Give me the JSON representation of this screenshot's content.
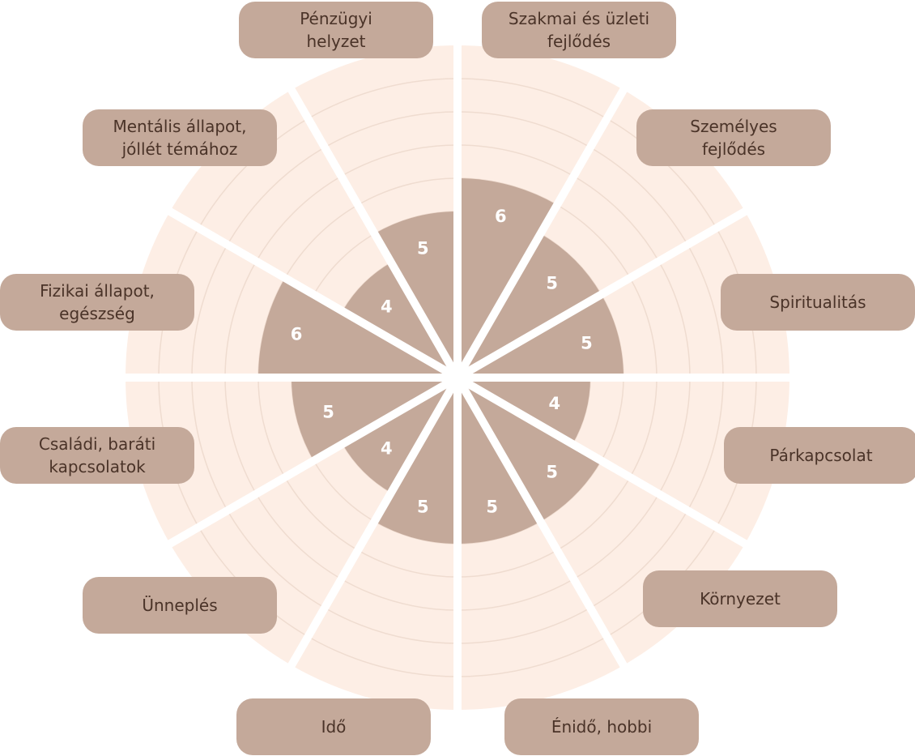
{
  "chart_data": {
    "type": "radial-bar",
    "max_value": 10,
    "grid": true,
    "colors": {
      "background": "#fdeee5",
      "fill": "#c4a99a",
      "gridline": "#efdcd0",
      "separator": "#ffffff",
      "label_bg": "#c4a99a",
      "label_text": "#4a3328",
      "value_text": "#ffffff"
    },
    "categories": [
      "Szakmai és üzleti\nfejlődés",
      "Személyes\nfejlődés",
      "Spiritualitás",
      "Párkapcsolat",
      "Környezet",
      "Énidő, hobbi",
      "Idő",
      "Ünneplés",
      "Családi, baráti\nkapcsolatok",
      "Fizikai állapot,\negészség",
      "Mentális állapot,\njóllét témához",
      "Pénzügyi\nhelyzet"
    ],
    "segments": [
      {
        "category": "Szakmai és üzleti\nfejlődés",
        "value": 6
      },
      {
        "category": "Személyes\nfejlődés",
        "value": 5
      },
      {
        "category": "Spiritualitás",
        "value": 5
      },
      {
        "category": "Párkapcsolat",
        "value": 4
      },
      {
        "category": "Környezet",
        "value": 5
      },
      {
        "category": "Énidő, hobbi",
        "value": 5
      },
      {
        "category": "Idő",
        "value": 5
      },
      {
        "category": "Ünneplés",
        "value": 4
      },
      {
        "category": "Családi, baráti\nkapcsolatok",
        "value": 5
      },
      {
        "category": "Fizikai állapot,\negészség",
        "value": 6
      },
      {
        "category": "Mentális állapot,\njóllét témához",
        "value": 4
      },
      {
        "category": "Pénzügyi\nhelyzet",
        "value": 5
      }
    ]
  }
}
